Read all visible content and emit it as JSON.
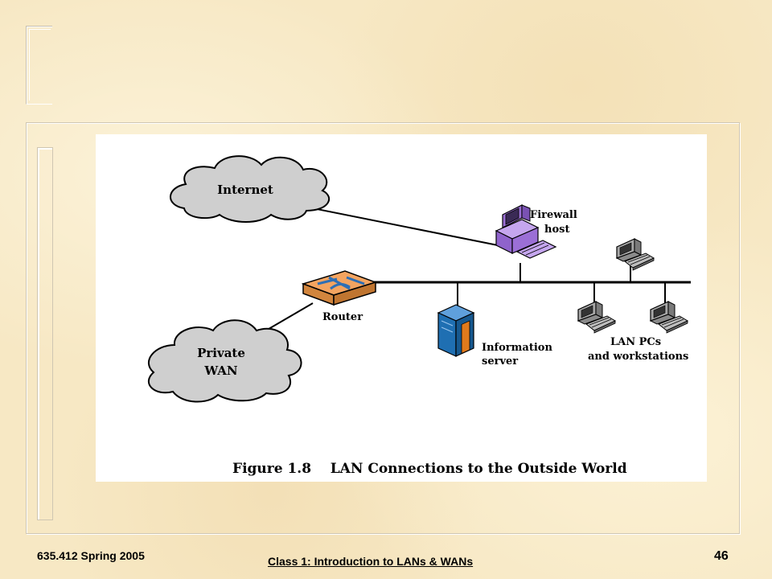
{
  "footer": {
    "left": "635.412 Spring 2005",
    "center": "Class 1:  Introduction to LANs & WANs",
    "page_number": "46"
  },
  "diagram": {
    "caption": "Figure 1.8    LAN Connections to the Outside World",
    "nodes": {
      "internet": {
        "label": "Internet",
        "icon": "cloud-icon"
      },
      "private_wan": {
        "label_line1": "Private",
        "label_line2": "WAN",
        "icon": "cloud-icon"
      },
      "router": {
        "label": "Router",
        "icon": "router-icon"
      },
      "firewall": {
        "label_line1": "Firewall",
        "label_line2": "host",
        "icon": "desktop-computer-icon"
      },
      "info_server": {
        "label_line1": "Information",
        "label_line2": "server",
        "icon": "server-tower-icon"
      },
      "lan_pcs": {
        "label_line1": "LAN PCs",
        "label_line2": "and workstations",
        "icon": "workstation-icon"
      }
    },
    "colors": {
      "cloud_fill": "#cfcfcf",
      "router_fill": "#f4a460",
      "router_top": "#2e6fb5",
      "firewall_purple": "#9b6fd6",
      "server_blue": "#1f6fb2",
      "server_orange": "#e07a1c"
    }
  }
}
